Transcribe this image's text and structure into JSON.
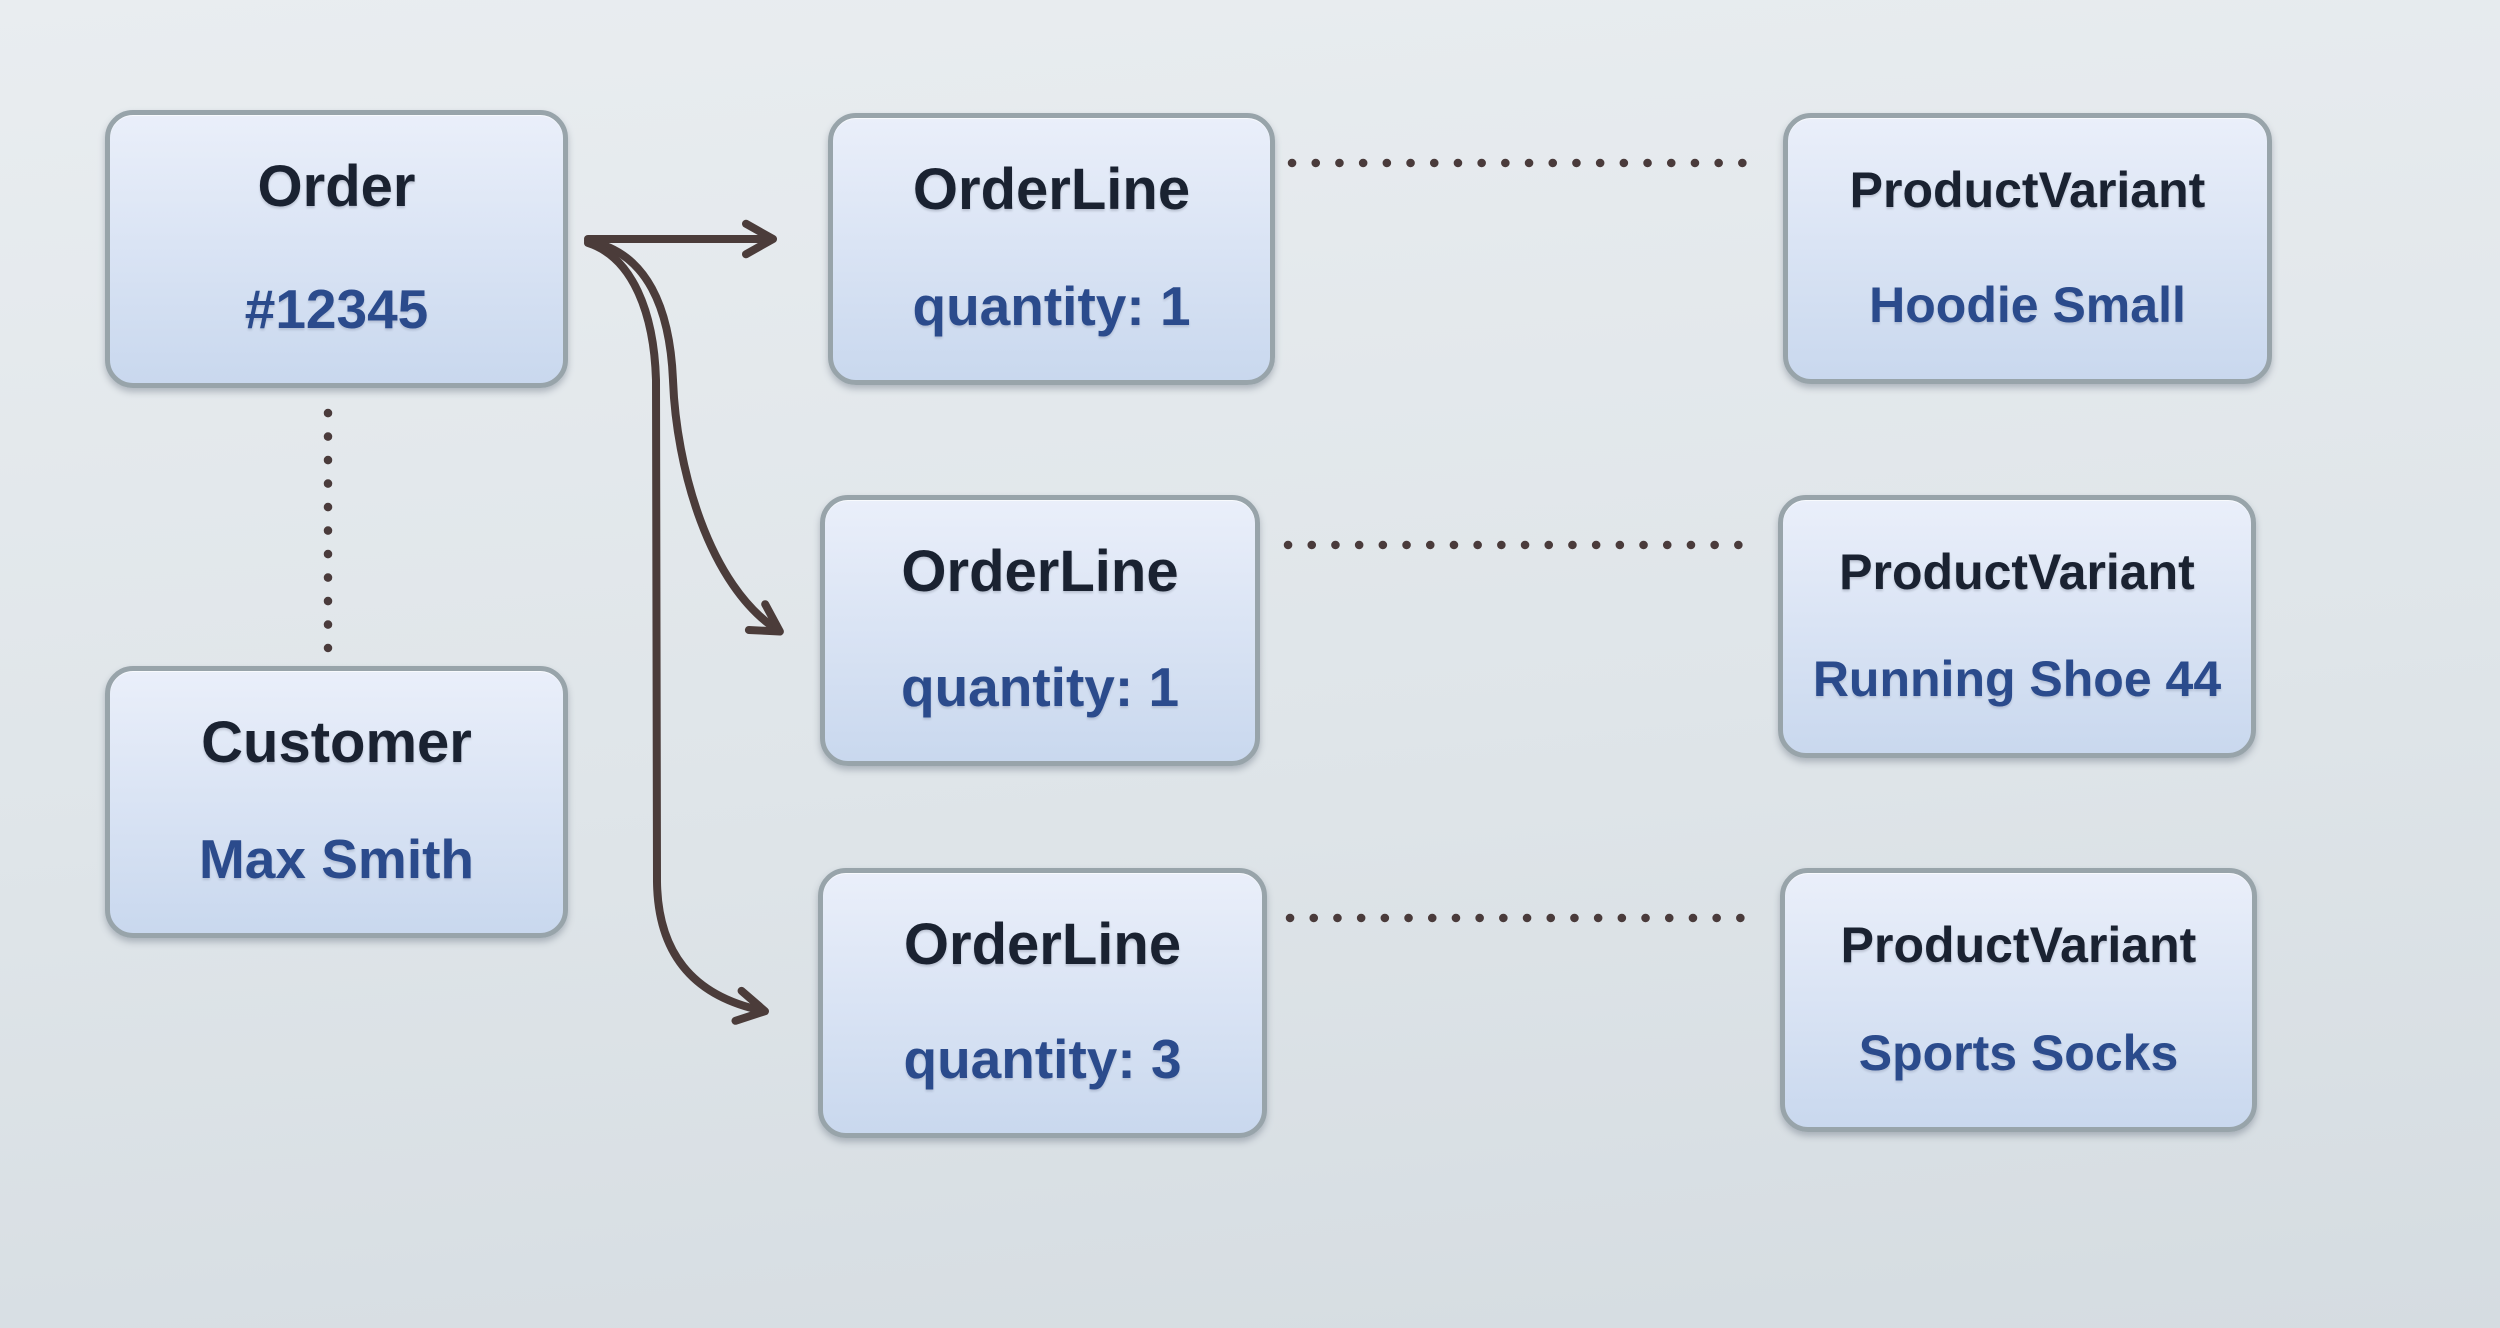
{
  "entities": {
    "order": {
      "title": "Order",
      "value": "#12345"
    },
    "customer": {
      "title": "Customer",
      "value": "Max Smith"
    },
    "order_lines": [
      {
        "title": "OrderLine",
        "value": "quantity: 1"
      },
      {
        "title": "OrderLine",
        "value": "quantity: 1"
      },
      {
        "title": "OrderLine",
        "value": "quantity: 3"
      }
    ],
    "product_variants": [
      {
        "title": "ProductVariant",
        "value": "Hoodie Small"
      },
      {
        "title": "ProductVariant",
        "value": "Running Shoe 44"
      },
      {
        "title": "ProductVariant",
        "value": "Sports Socks"
      }
    ]
  },
  "relations": {
    "order_to_order_lines": "solid-curved-arrows",
    "order_to_customer": "vertical-dotted-line",
    "order_lines_to_product_variants": "horizontal-dotted-lines"
  },
  "colors": {
    "entity_title": "#1a2231",
    "entity_value": "#2b4b8c",
    "connector": "#4b3c3a",
    "dot": "#4a3b3b",
    "box_border": "#98a4aa",
    "box_fill_top": "#eaeffa",
    "box_fill_bottom": "#c9d8ee",
    "background_top": "#e9edf0",
    "background_bottom": "#d5dce1"
  }
}
